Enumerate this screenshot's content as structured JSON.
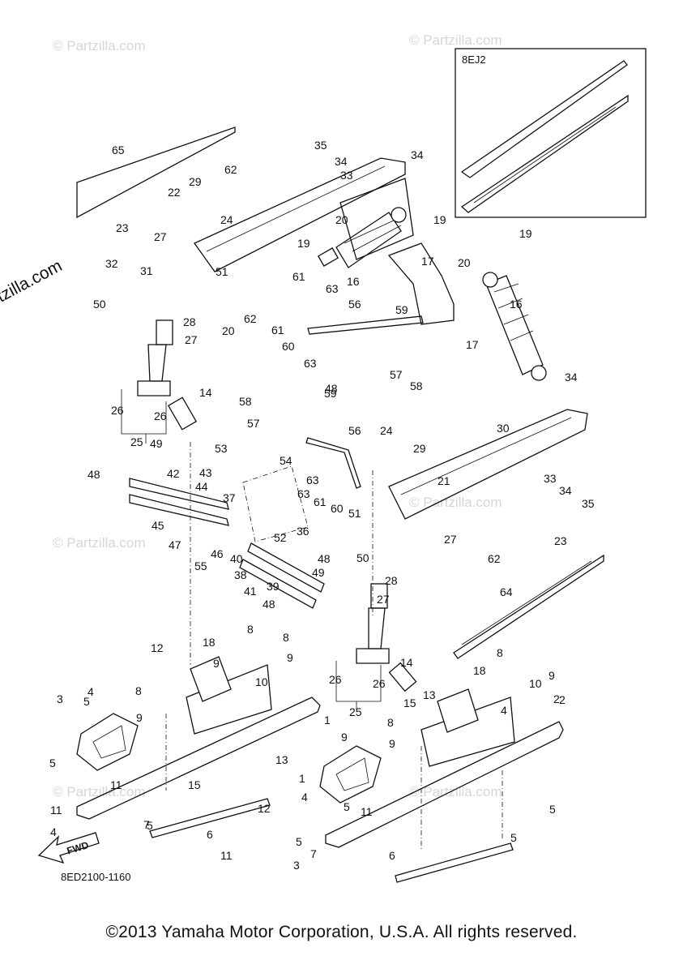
{
  "watermark": "© Partzilla.com",
  "inset": {
    "label": "8EJ2"
  },
  "fwd_arrow": "FWD",
  "drawing_code": "8ED2100-1160",
  "copyright": "©2013 Yamaha Motor Corporation, U.S.A. All rights reserved.",
  "callouts": [
    "65",
    "62",
    "35",
    "34",
    "33",
    "34",
    "29",
    "22",
    "24",
    "23",
    "19",
    "20",
    "27",
    "32",
    "31",
    "51",
    "19",
    "17",
    "16",
    "20",
    "19",
    "50",
    "28",
    "20",
    "62",
    "61",
    "63",
    "16",
    "56",
    "61",
    "60",
    "59",
    "17",
    "27",
    "63",
    "57",
    "58",
    "34",
    "26",
    "14",
    "26",
    "25",
    "58",
    "59",
    "57",
    "56",
    "30",
    "48",
    "24",
    "29",
    "21",
    "49",
    "53",
    "63",
    "48",
    "42",
    "54",
    "61",
    "33",
    "34",
    "35",
    "43",
    "44",
    "37",
    "63",
    "51",
    "45",
    "60",
    "23",
    "47",
    "52",
    "36",
    "27",
    "46",
    "40",
    "55",
    "50",
    "62",
    "38",
    "48",
    "49",
    "41",
    "39",
    "28",
    "64",
    "48",
    "27",
    "12",
    "18",
    "8",
    "8",
    "9",
    "9",
    "26",
    "14",
    "3",
    "10",
    "4",
    "8",
    "26",
    "5",
    "9",
    "18",
    "13",
    "8",
    "9",
    "15",
    "25",
    "8",
    "9",
    "1",
    "4",
    "10",
    "9",
    "2",
    "5",
    "11",
    "13",
    "15",
    "1",
    "2",
    "4",
    "5",
    "11",
    "7",
    "12",
    "5",
    "6",
    "11",
    "5",
    "4",
    "5",
    "11",
    "7",
    "6",
    "5",
    "3"
  ]
}
